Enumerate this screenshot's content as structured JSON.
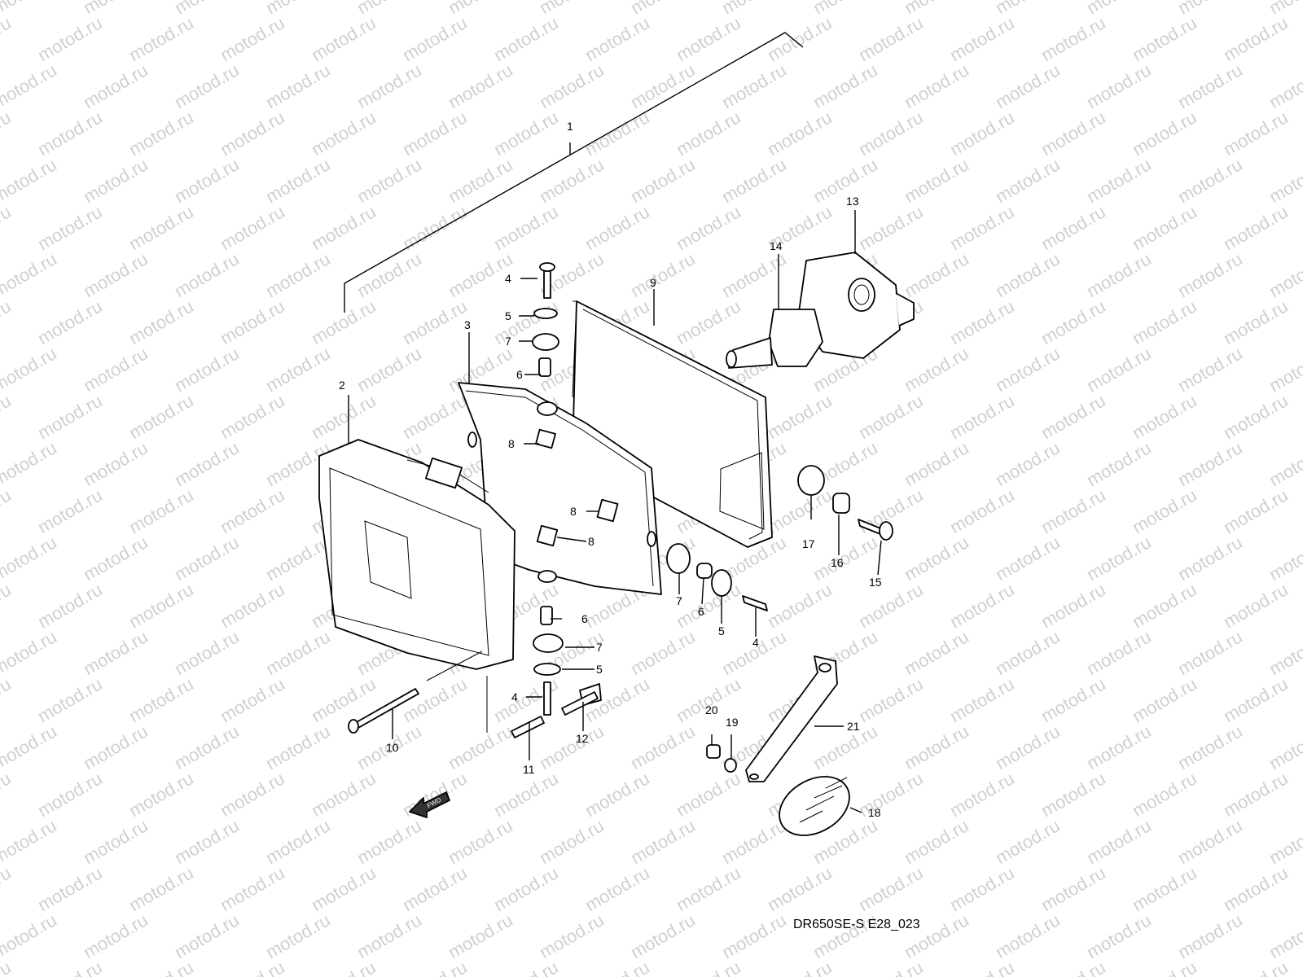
{
  "watermark": {
    "text": "motod.ru"
  },
  "diagram_code": "DR650SE-S E28_023",
  "fwd_badge": "FWD",
  "callouts": [
    {
      "id": "c1",
      "text": "1"
    },
    {
      "id": "c2",
      "text": "2"
    },
    {
      "id": "c3",
      "text": "3"
    },
    {
      "id": "c4a",
      "text": "4"
    },
    {
      "id": "c5a",
      "text": "5"
    },
    {
      "id": "c7a",
      "text": "7"
    },
    {
      "id": "c6a",
      "text": "6"
    },
    {
      "id": "c8a",
      "text": "8"
    },
    {
      "id": "c8b",
      "text": "8"
    },
    {
      "id": "c8c",
      "text": "8"
    },
    {
      "id": "c9",
      "text": "9"
    },
    {
      "id": "c13",
      "text": "13"
    },
    {
      "id": "c14",
      "text": "14"
    },
    {
      "id": "c17",
      "text": "17"
    },
    {
      "id": "c16",
      "text": "16"
    },
    {
      "id": "c15",
      "text": "15"
    },
    {
      "id": "c7b",
      "text": "7"
    },
    {
      "id": "c6b",
      "text": "6"
    },
    {
      "id": "c5b",
      "text": "5"
    },
    {
      "id": "c4b",
      "text": "4"
    },
    {
      "id": "c6c",
      "text": "6"
    },
    {
      "id": "c7c",
      "text": "7"
    },
    {
      "id": "c5c",
      "text": "5"
    },
    {
      "id": "c4c",
      "text": "4"
    },
    {
      "id": "c10",
      "text": "10"
    },
    {
      "id": "c11",
      "text": "11"
    },
    {
      "id": "c12",
      "text": "12"
    },
    {
      "id": "c20",
      "text": "20"
    },
    {
      "id": "c19",
      "text": "19"
    },
    {
      "id": "c21",
      "text": "21"
    },
    {
      "id": "c18",
      "text": "18"
    }
  ]
}
